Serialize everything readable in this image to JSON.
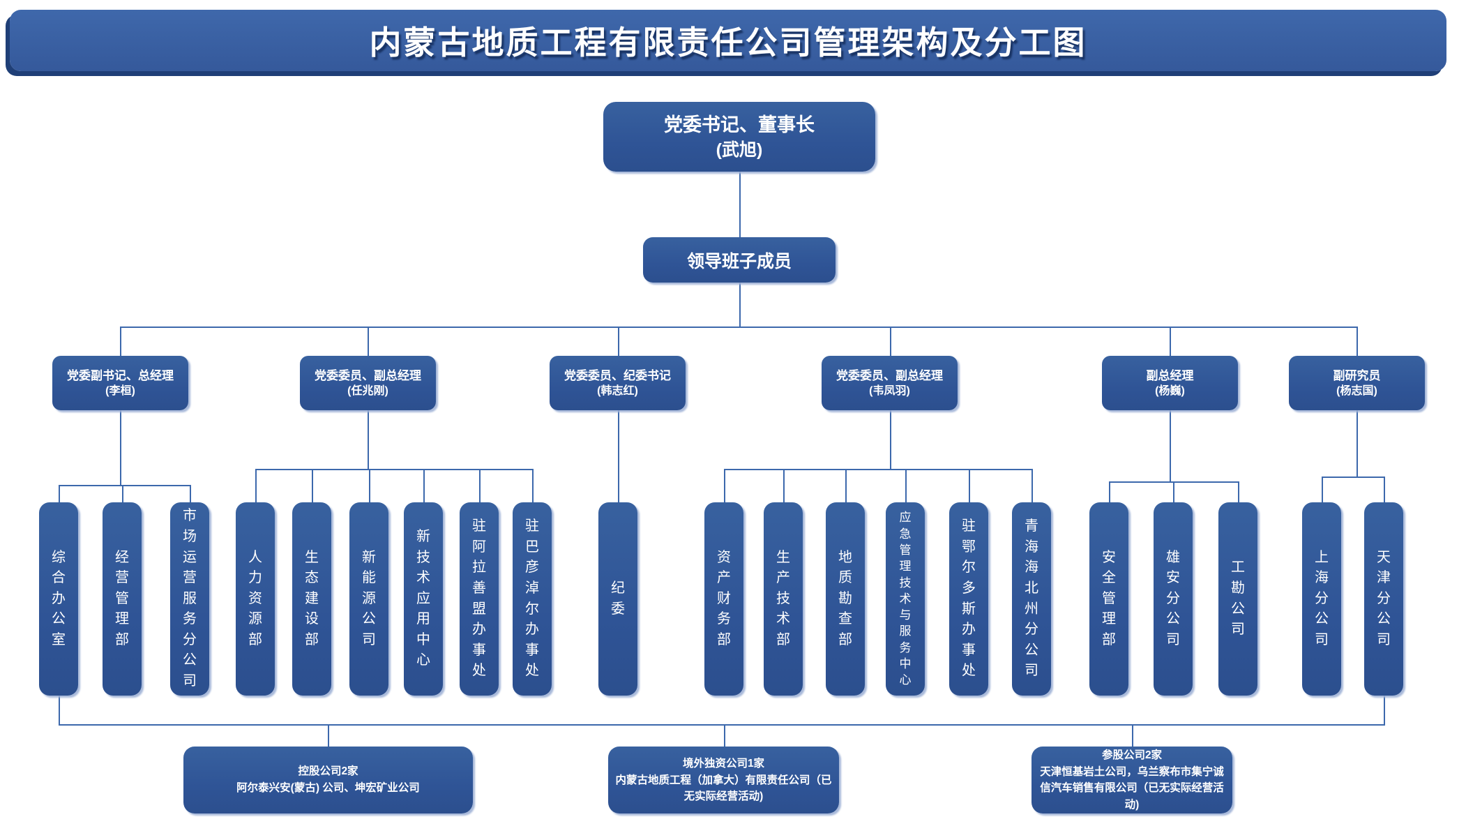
{
  "title": "内蒙古地质工程有限责任公司管理架构及分工图",
  "colors": {
    "box_fill": "#2F5496",
    "title_fill": "#3A62A6",
    "title_shadow": "#1F3F77",
    "connector": "#3C68AC",
    "text": "#FFFFFF",
    "background": "#FFFFFF"
  },
  "nodes": {
    "chairman": {
      "line1": "党委书记、董事长",
      "line2": "(武旭)"
    },
    "leadership": {
      "label": "领导班子成员"
    },
    "executives": [
      {
        "line1": "党委副书记、总经理",
        "line2": "(李桓)"
      },
      {
        "line1": "党委委员、副总经理",
        "line2": "(任兆刚)"
      },
      {
        "line1": "党委委员、纪委书记",
        "line2": "(韩志红)"
      },
      {
        "line1": "党委委员、副总经理",
        "line2": "(韦凤羽)"
      },
      {
        "line1": "副总经理",
        "line2": "(杨巍)"
      },
      {
        "line1": "副研究员",
        "line2": "(杨志国)"
      }
    ],
    "departments": {
      "group1": [
        "综合办公室",
        "经营管理部",
        "市场运营服务分公司"
      ],
      "group2": [
        "人力资源部",
        "生态建设部",
        "新能源公司",
        "新技术应用中心",
        "驻阿拉善盟办事处",
        "驻巴彦淖尔办事处"
      ],
      "group3": [
        "纪委"
      ],
      "group4": [
        "资产财务部",
        "生产技术部",
        "地质勘查部",
        "应急管理技术与服务中心",
        "驻鄂尔多斯办事处",
        "青海海北州分公司"
      ],
      "group5": [
        "安全管理部",
        "雄安分公司",
        "工勘公司"
      ],
      "group6": [
        "上海分公司",
        "天津分公司"
      ]
    },
    "subsidiaries": [
      {
        "line1": "控股公司2家",
        "line2": "阿尔泰兴安(蒙古) 公司、坤宏矿业公司"
      },
      {
        "line1": "境外独资公司1家",
        "line2": "内蒙古地质工程（加拿大）有限责任公司（已无实际经营活动)"
      },
      {
        "line1": "参股公司2家",
        "line2": "天津恒基岩土公司，乌兰察布市集宁诚信汽车销售有限公司（已无实际经营活动)"
      }
    ]
  }
}
